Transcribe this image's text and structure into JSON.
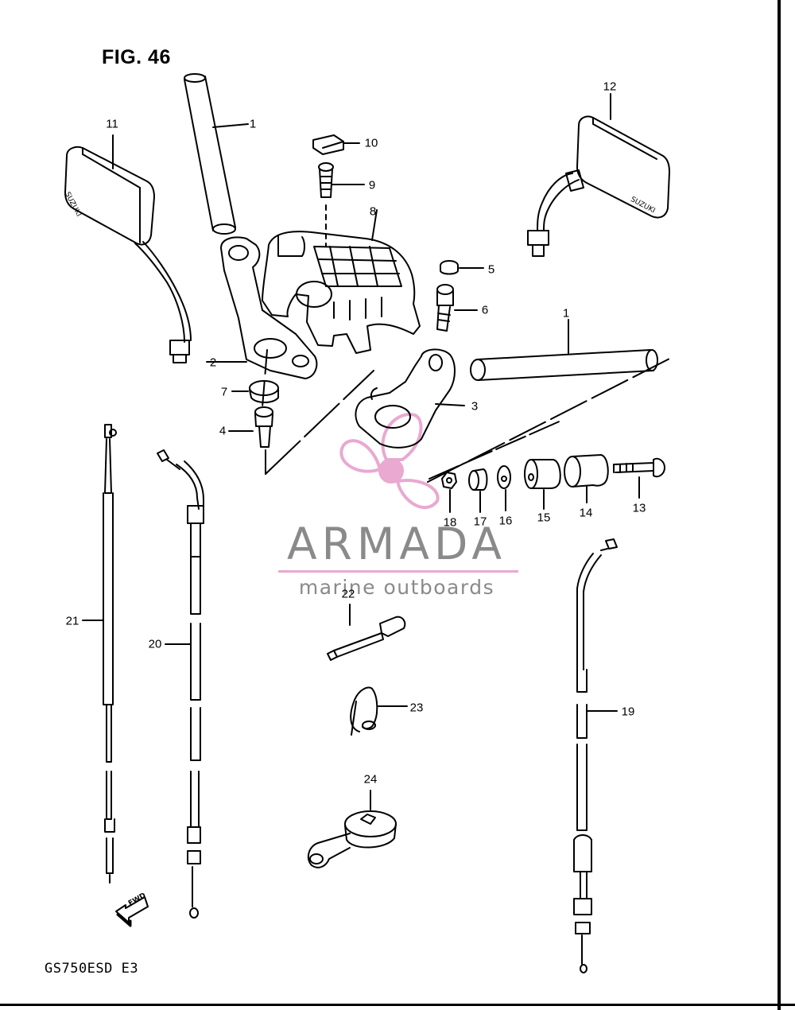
{
  "figure": {
    "title": "FIG. 46"
  },
  "model_code": "GS750ESD  E3",
  "mirror_brand": "SUZUKI",
  "fwd_label": "FWD",
  "watermark": {
    "name": "ARMADA",
    "tagline": "marine outboards",
    "accent_color": "#e9a9d1",
    "text_color": "#8a8a8a"
  },
  "callouts": [
    {
      "id": "c1a",
      "text": "1"
    },
    {
      "id": "c1b",
      "text": "1"
    },
    {
      "id": "c2",
      "text": "2"
    },
    {
      "id": "c3",
      "text": "3"
    },
    {
      "id": "c4",
      "text": "4"
    },
    {
      "id": "c5",
      "text": "5"
    },
    {
      "id": "c6",
      "text": "6"
    },
    {
      "id": "c7",
      "text": "7"
    },
    {
      "id": "c8",
      "text": "8"
    },
    {
      "id": "c9",
      "text": "9"
    },
    {
      "id": "c10",
      "text": "10"
    },
    {
      "id": "c11",
      "text": "11"
    },
    {
      "id": "c12",
      "text": "12"
    },
    {
      "id": "c13",
      "text": "13"
    },
    {
      "id": "c14",
      "text": "14"
    },
    {
      "id": "c15",
      "text": "15"
    },
    {
      "id": "c16",
      "text": "16"
    },
    {
      "id": "c17",
      "text": "17"
    },
    {
      "id": "c18",
      "text": "18"
    },
    {
      "id": "c19",
      "text": "19"
    },
    {
      "id": "c20",
      "text": "20"
    },
    {
      "id": "c21",
      "text": "21"
    },
    {
      "id": "c22",
      "text": "22"
    },
    {
      "id": "c23",
      "text": "23"
    },
    {
      "id": "c24",
      "text": "24"
    }
  ]
}
